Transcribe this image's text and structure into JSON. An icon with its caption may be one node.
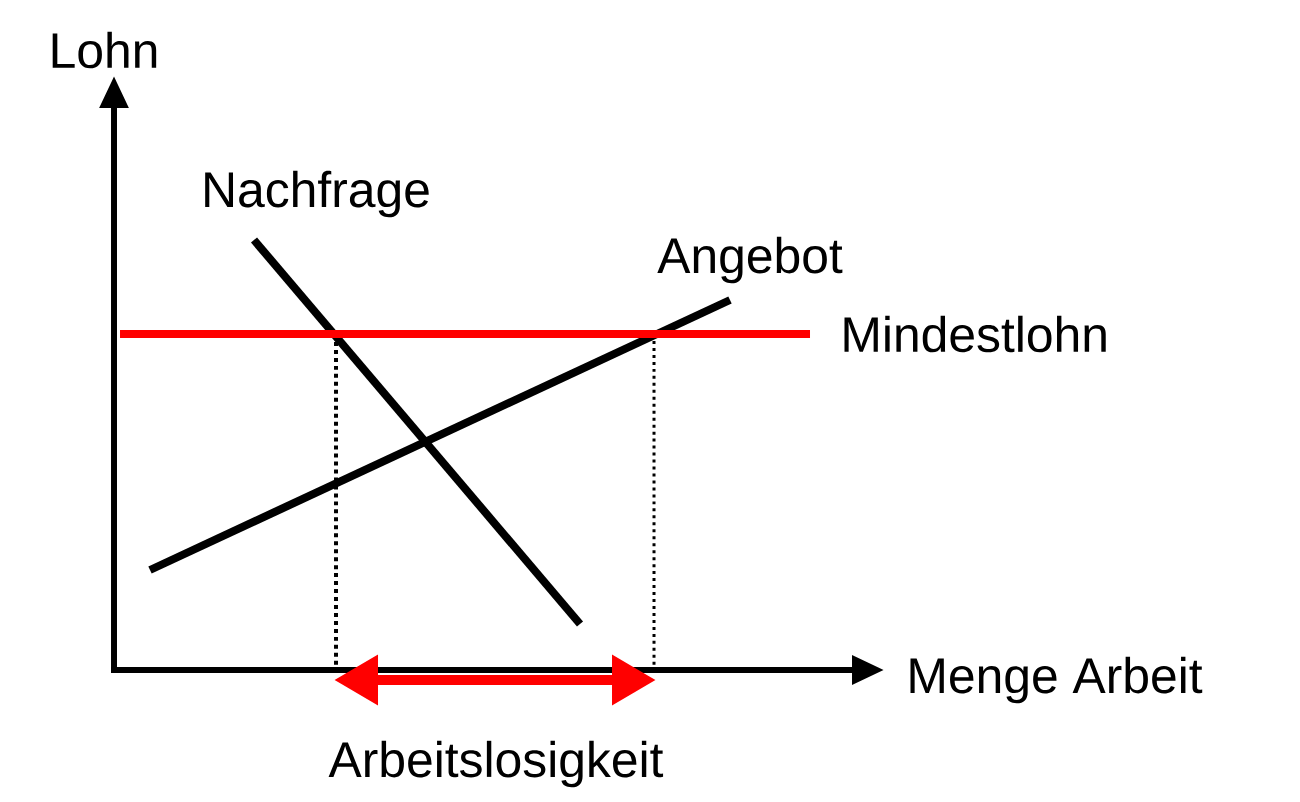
{
  "diagram": {
    "labels": [
      "Lohn",
      "Nachfrage",
      "Angebot",
      "Mindestlohn",
      "Menge Arbeit",
      "Arbeitslosigkeit"
    ]
  }
}
